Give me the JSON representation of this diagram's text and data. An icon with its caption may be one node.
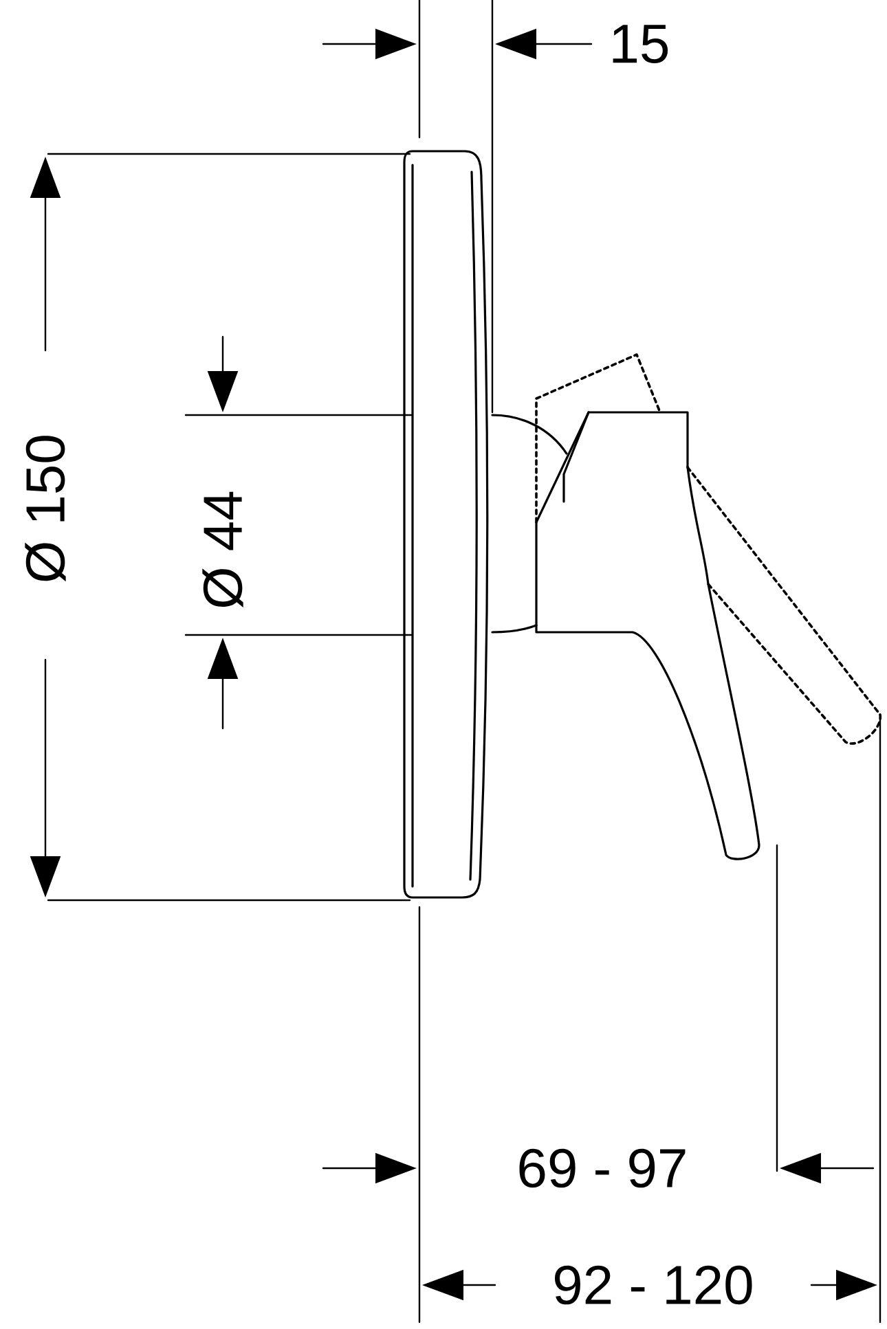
{
  "diagram": {
    "labels": [
      "15",
      "Ø 150",
      "Ø 44",
      "69 - 97",
      "92 - 120"
    ]
  }
}
